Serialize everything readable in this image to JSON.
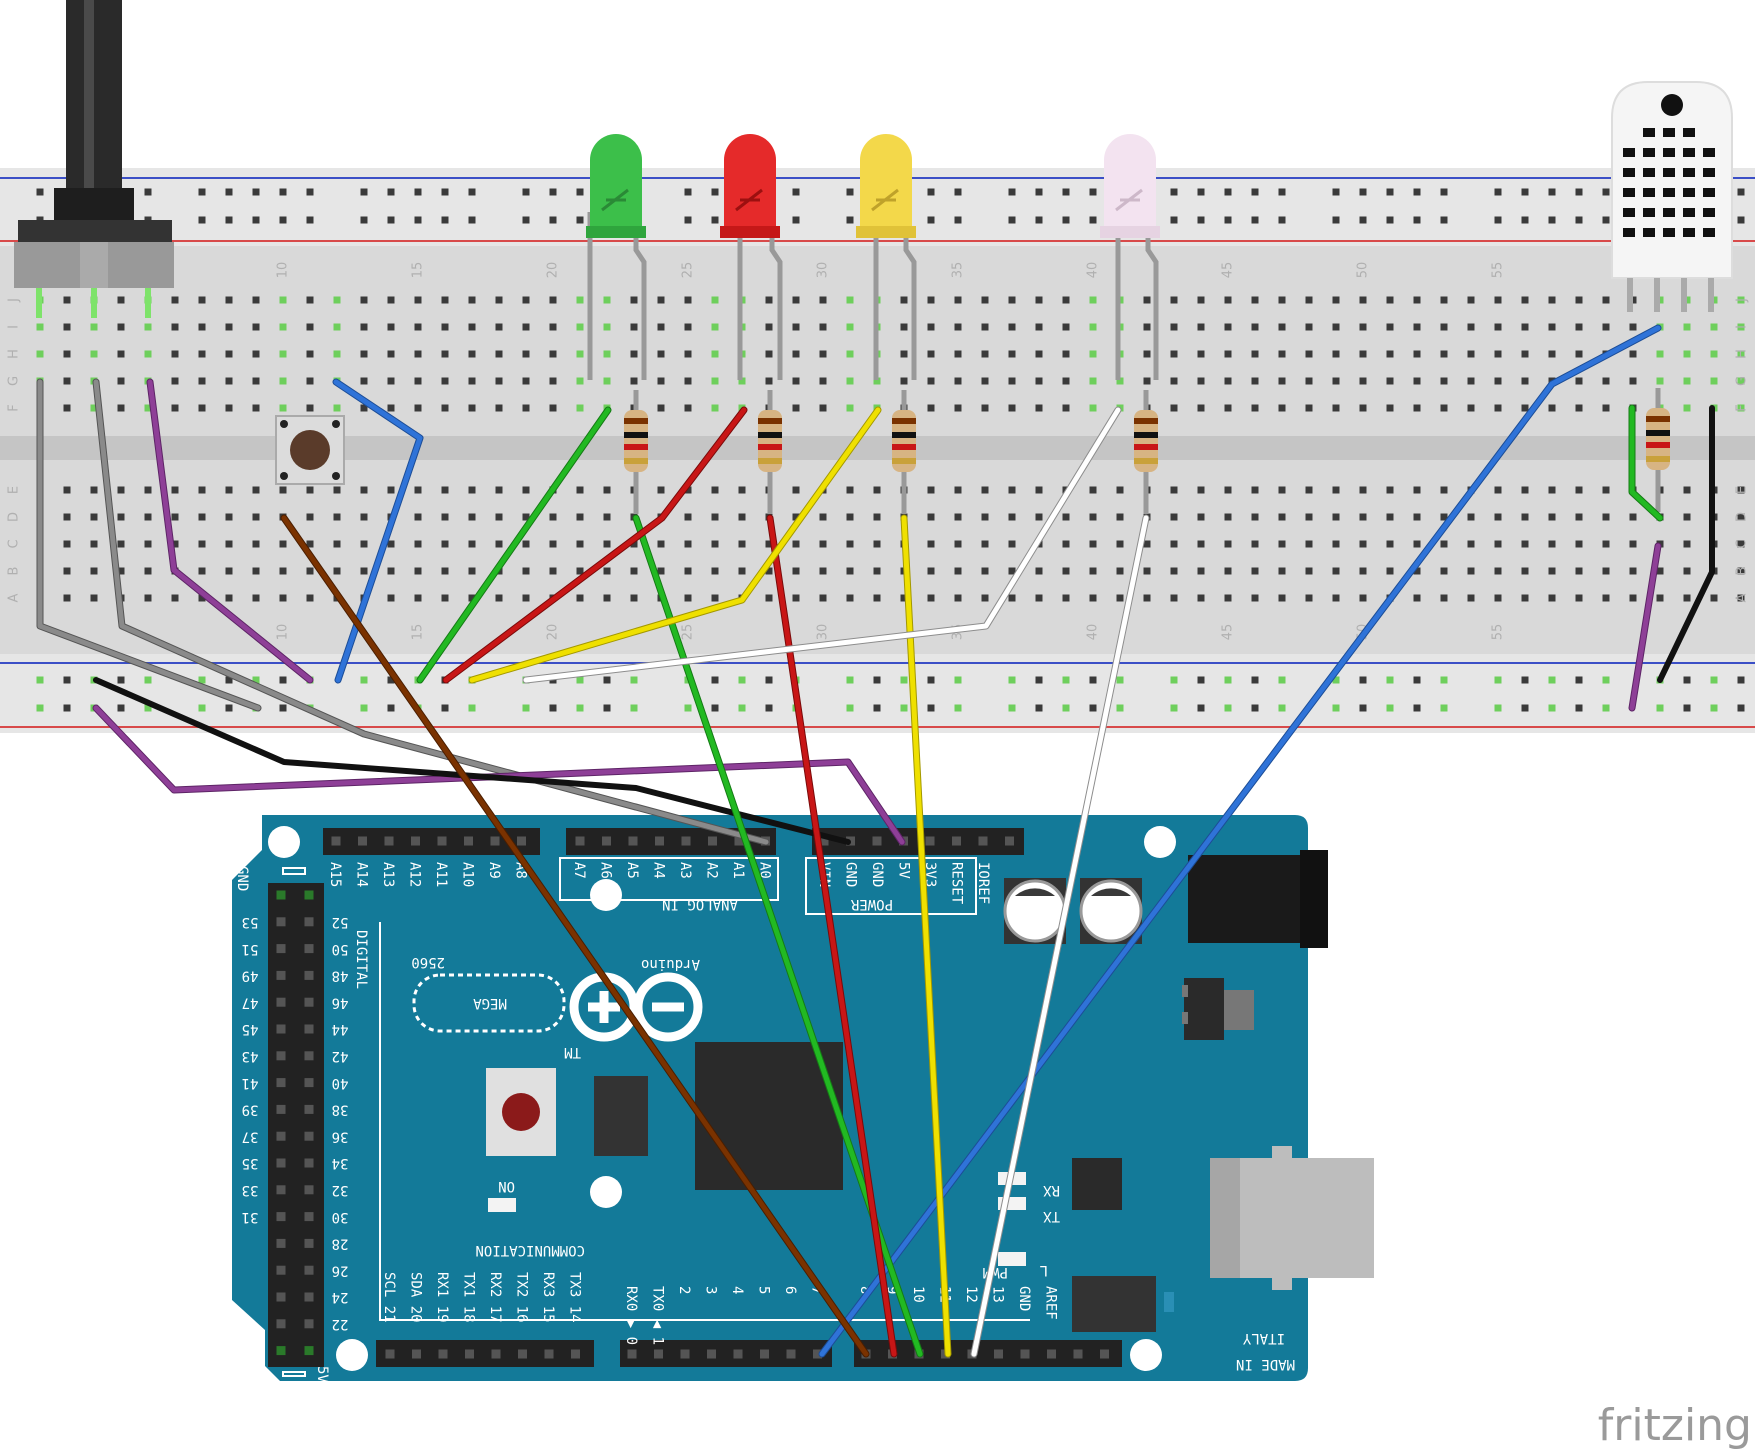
{
  "watermark": "fritzing",
  "breadboard": {
    "row_letters_top": [
      "J",
      "I",
      "H",
      "G",
      "F"
    ],
    "row_letters_bottom": [
      "E",
      "D",
      "C",
      "B",
      "A"
    ],
    "column_numbers": [
      "10",
      "15",
      "20",
      "25",
      "30",
      "35",
      "40",
      "45",
      "50",
      "55"
    ]
  },
  "arduino": {
    "brand": "Arduino",
    "model": "MEGA",
    "model_sub": "2560",
    "tm": "TM",
    "section_analog": "ANALOG IN",
    "section_power": "POWER",
    "section_digital": "DIGITAL",
    "section_comm": "COMMUNICATION",
    "section_pwm": "PWM",
    "made_in": "MADE IN",
    "country": "ITALY",
    "on_label": "ON",
    "rx_label": "RX",
    "tx_label": "TX",
    "l_label": "L",
    "gnd_left": "GND",
    "v5_left": "5V",
    "analog_pins": [
      "A15",
      "A14",
      "A13",
      "A12",
      "A11",
      "A10",
      "A9",
      "A8",
      "A7",
      "A6",
      "A5",
      "A4",
      "A3",
      "A2",
      "A1",
      "A0"
    ],
    "power_pins": [
      "VIN",
      "GND",
      "GND",
      "5V",
      "3V3",
      "RESET",
      "IOREF"
    ],
    "comm_pins": [
      "SCL 21",
      "SDA 20",
      "RX1 19",
      "TX1 18",
      "RX2 17",
      "TX2 16",
      "RX3 15",
      "TX3 14"
    ],
    "pwm_pins": [
      "RX0 ▶ 0",
      "TX0 ◀ 1",
      "2",
      "3",
      "4",
      "5",
      "6",
      "7",
      "8",
      "9",
      "10",
      "11",
      "12",
      "13",
      "GND",
      "AREF"
    ],
    "digital_left_pins": [
      "53",
      "51",
      "49",
      "47",
      "45",
      "43",
      "41",
      "39",
      "37",
      "35",
      "33",
      "31"
    ],
    "digital_right_pins": [
      "52",
      "50",
      "48",
      "46",
      "44",
      "42",
      "40",
      "38",
      "36",
      "34",
      "32",
      "30",
      "28",
      "26",
      "24",
      "22"
    ]
  },
  "colors": {
    "board": "#137a99",
    "breadboard": "#d9d9d9",
    "rail_blue": "#3b4fc6",
    "rail_red": "#d84a4a",
    "hole_green": "#7ee36a",
    "led_green": "#3cbf4a",
    "led_red": "#e52a2a",
    "led_yellow": "#f3d84a",
    "led_white": "#f3e3f0",
    "wire_gray": "#8a8a8a",
    "wire_purple": "#8e3f97",
    "wire_blue": "#2f73d8",
    "wire_green": "#22b922",
    "wire_red": "#c81616",
    "wire_yellow": "#efe000",
    "wire_white": "#ffffff",
    "wire_brown": "#7a3200",
    "wire_black": "#111111"
  }
}
